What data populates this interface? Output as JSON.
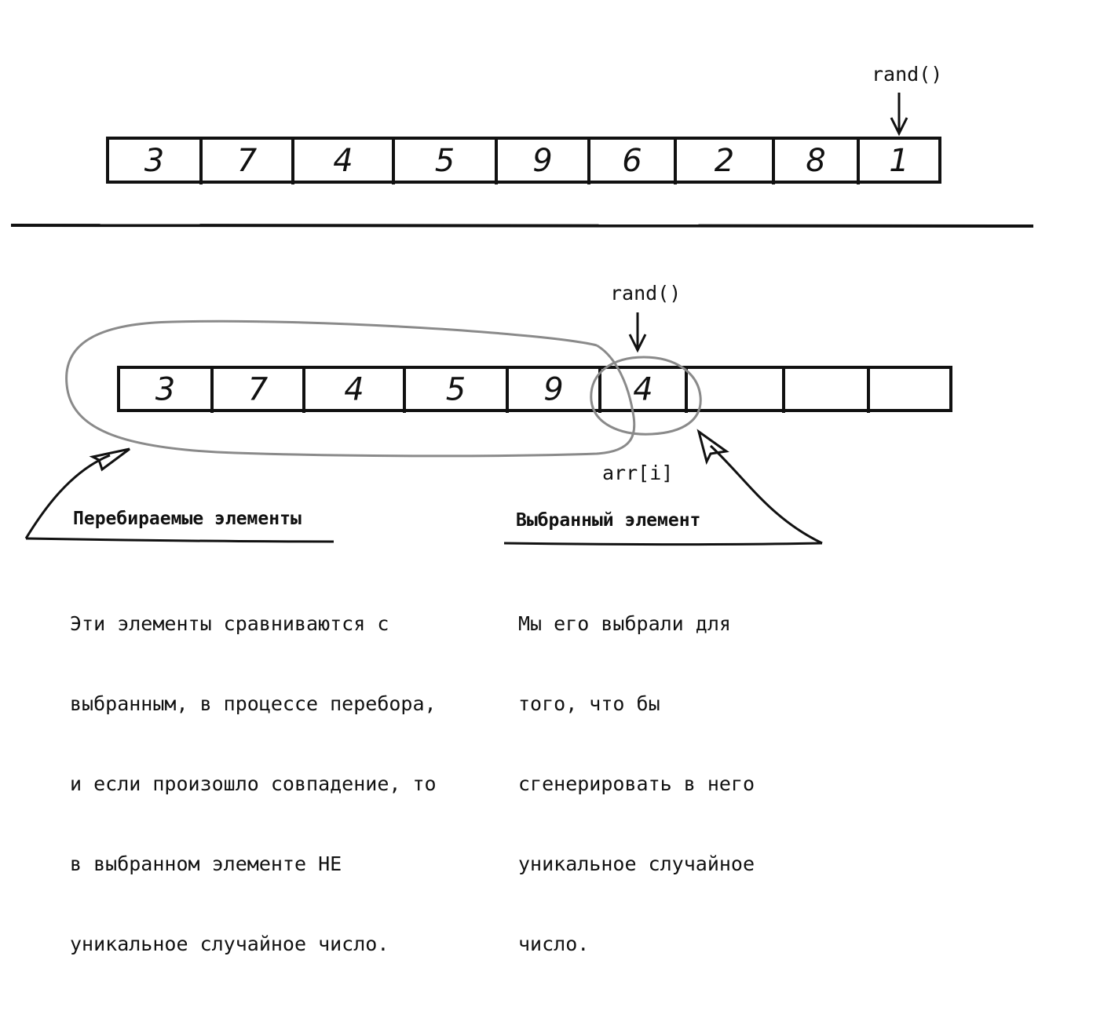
{
  "top_array": {
    "pointer_label": "rand()",
    "cells": [
      "3",
      "7",
      "4",
      "5",
      "9",
      "6",
      "2",
      "8",
      "1"
    ]
  },
  "bottom_array": {
    "pointer_label": "rand()",
    "index_label": "arr[i]",
    "cells": [
      "3",
      "7",
      "4",
      "5",
      "9",
      "4",
      "",
      "",
      ""
    ]
  },
  "iterated_note": {
    "heading": "Перебираемые элементы",
    "text_lines": [
      "Эти элементы сравниваются с",
      "выбранным, в процессе перебора,",
      "и если произошло совпадение, то",
      "в выбранном элементе НЕ",
      "уникальное случайное число."
    ]
  },
  "selected_note": {
    "heading": "Выбранный элемент",
    "text_lines": [
      "Мы его выбрали для",
      "того, что бы",
      "сгенерировать в него",
      "уникальное случайное",
      "число."
    ]
  },
  "colors": {
    "ink": "#111111",
    "highlight": "#8a8a8a"
  }
}
